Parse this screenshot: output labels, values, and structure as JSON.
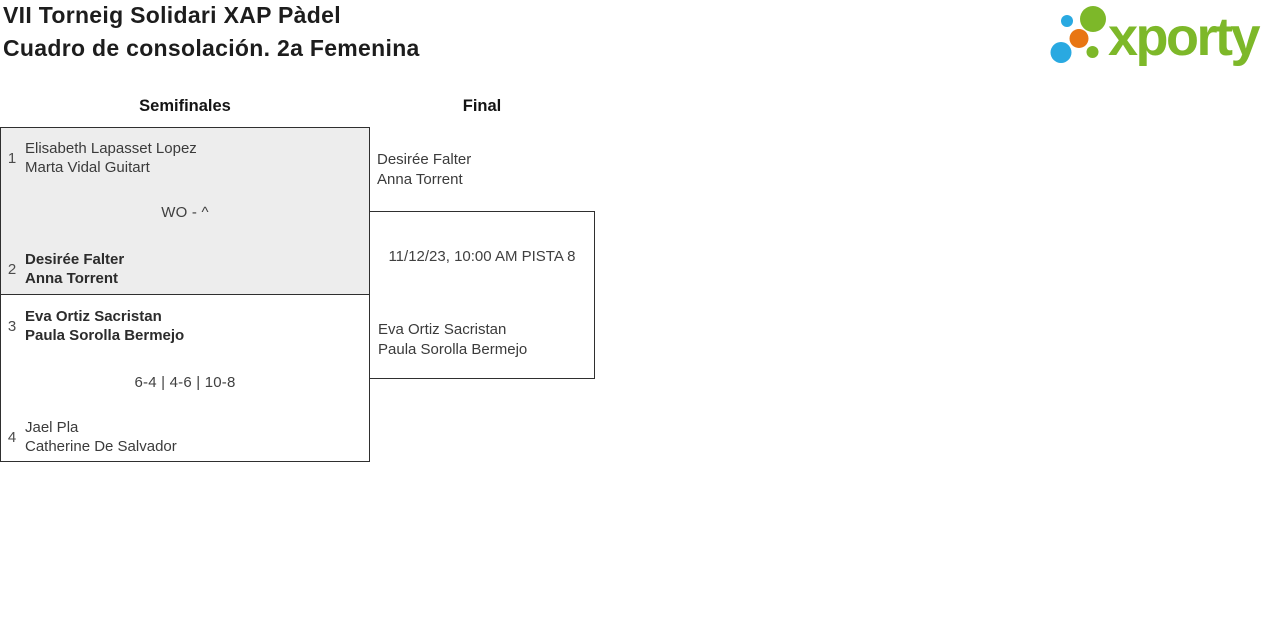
{
  "colors": {
    "accent_green": "#7db829",
    "accent_blue": "#29a9e1",
    "accent_orange": "#e87613",
    "box_fill_gray": "#ededed",
    "border": "#2f2f2f"
  },
  "header": {
    "title_line1": "VII Torneig Solidari XAP Pàdel",
    "title_line2": "Cuadro de consolación. 2a Femenina"
  },
  "logo": {
    "brand": "xporty"
  },
  "bracket": {
    "rounds": [
      {
        "label": "Semifinales",
        "matches": [
          {
            "seed_top": "1",
            "team_top_player1": "Elisabeth Lapasset Lopez",
            "team_top_player2": "Marta Vidal Guitart",
            "score": "WO - ^",
            "seed_bottom": "2",
            "team_bottom_player1": "Desirée Falter",
            "team_bottom_player2": "Anna Torrent"
          },
          {
            "seed_top": "3",
            "team_top_player1": "Eva Ortiz Sacristan",
            "team_top_player2": "Paula Sorolla Bermejo",
            "score": "6-4 | 4-6 | 10-8",
            "seed_bottom": "4",
            "team_bottom_player1": "Jael Pla",
            "team_bottom_player2": "Catherine De Salvador"
          }
        ]
      },
      {
        "label": "Final",
        "matches": [
          {
            "team_top_player1": "Desirée Falter",
            "team_top_player2": "Anna Torrent",
            "schedule": "11/12/23, 10:00 AM PISTA 8",
            "team_bottom_player1": "Eva Ortiz Sacristan",
            "team_bottom_player2": "Paula Sorolla Bermejo"
          }
        ]
      }
    ]
  }
}
